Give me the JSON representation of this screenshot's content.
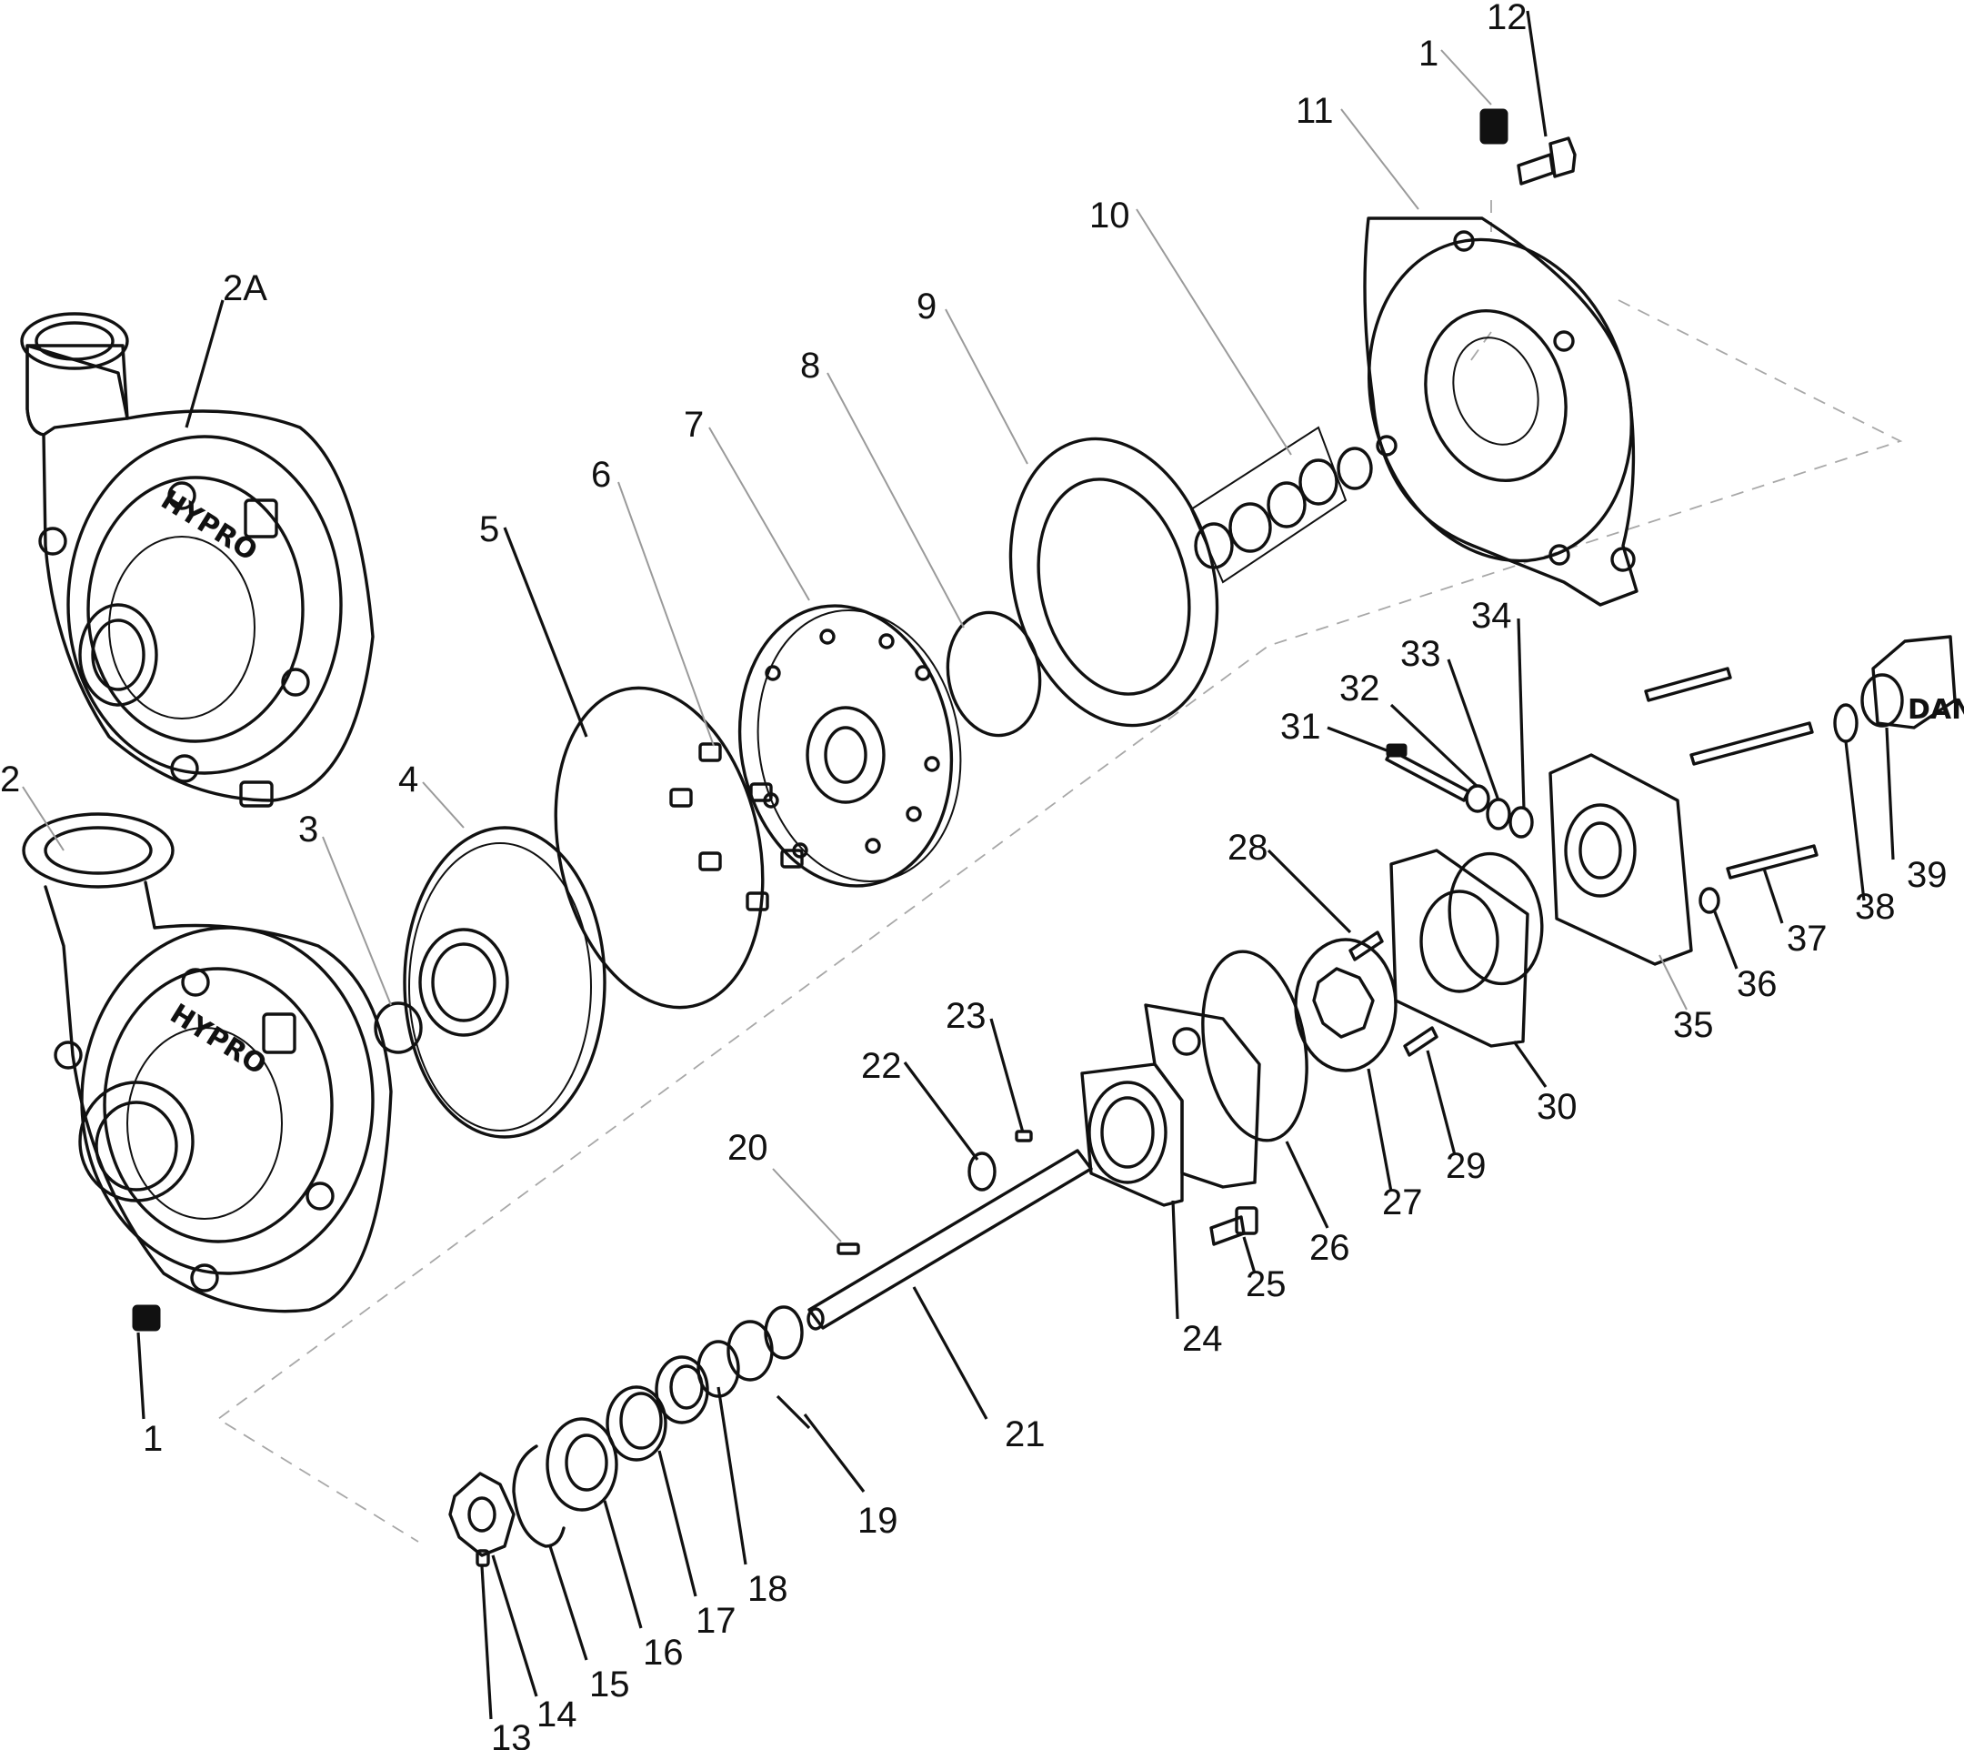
{
  "brand_text": "HYPRO",
  "small_brand_text": "DANA",
  "callouts": [
    {
      "id": "12",
      "text": "12"
    },
    {
      "id": "1-top",
      "text": "1"
    },
    {
      "id": "11",
      "text": "11"
    },
    {
      "id": "10",
      "text": "10"
    },
    {
      "id": "9",
      "text": "9"
    },
    {
      "id": "8",
      "text": "8"
    },
    {
      "id": "7",
      "text": "7"
    },
    {
      "id": "6",
      "text": "6"
    },
    {
      "id": "5",
      "text": "5"
    },
    {
      "id": "4",
      "text": "4"
    },
    {
      "id": "3",
      "text": "3"
    },
    {
      "id": "2A",
      "text": "2A"
    },
    {
      "id": "2",
      "text": "2"
    },
    {
      "id": "1-bottom",
      "text": "1"
    },
    {
      "id": "34",
      "text": "34"
    },
    {
      "id": "33",
      "text": "33"
    },
    {
      "id": "32",
      "text": "32"
    },
    {
      "id": "31",
      "text": "31"
    },
    {
      "id": "28",
      "text": "28"
    },
    {
      "id": "23",
      "text": "23"
    },
    {
      "id": "22",
      "text": "22"
    },
    {
      "id": "20",
      "text": "20"
    },
    {
      "id": "39",
      "text": "39"
    },
    {
      "id": "38",
      "text": "38"
    },
    {
      "id": "37",
      "text": "37"
    },
    {
      "id": "36",
      "text": "36"
    },
    {
      "id": "35",
      "text": "35"
    },
    {
      "id": "30",
      "text": "30"
    },
    {
      "id": "29",
      "text": "29"
    },
    {
      "id": "27",
      "text": "27"
    },
    {
      "id": "26",
      "text": "26"
    },
    {
      "id": "25",
      "text": "25"
    },
    {
      "id": "24",
      "text": "24"
    },
    {
      "id": "21",
      "text": "21"
    },
    {
      "id": "19",
      "text": "19"
    },
    {
      "id": "18",
      "text": "18"
    },
    {
      "id": "17",
      "text": "17"
    },
    {
      "id": "16",
      "text": "16"
    },
    {
      "id": "15",
      "text": "15"
    },
    {
      "id": "14",
      "text": "14"
    },
    {
      "id": "13",
      "text": "13"
    }
  ]
}
